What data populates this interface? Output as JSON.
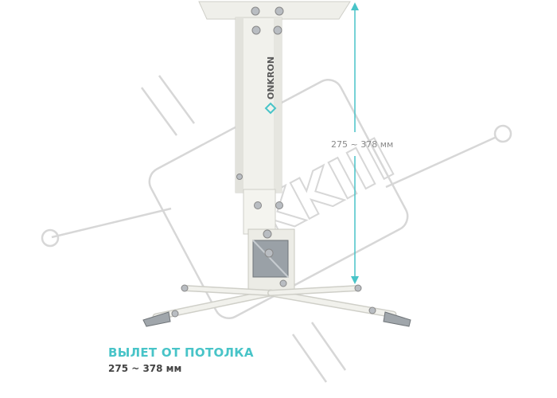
{
  "brand": {
    "name": "ONKRON",
    "accent_color": "#48c4c8"
  },
  "watermark": {
    "text": "KKIII"
  },
  "dimension": {
    "label": "275 ~ 378 мм"
  },
  "caption": {
    "title": "ВЫЛЕТ ОТ ПОТОЛКА",
    "value": "275 ~ 378 мм"
  }
}
